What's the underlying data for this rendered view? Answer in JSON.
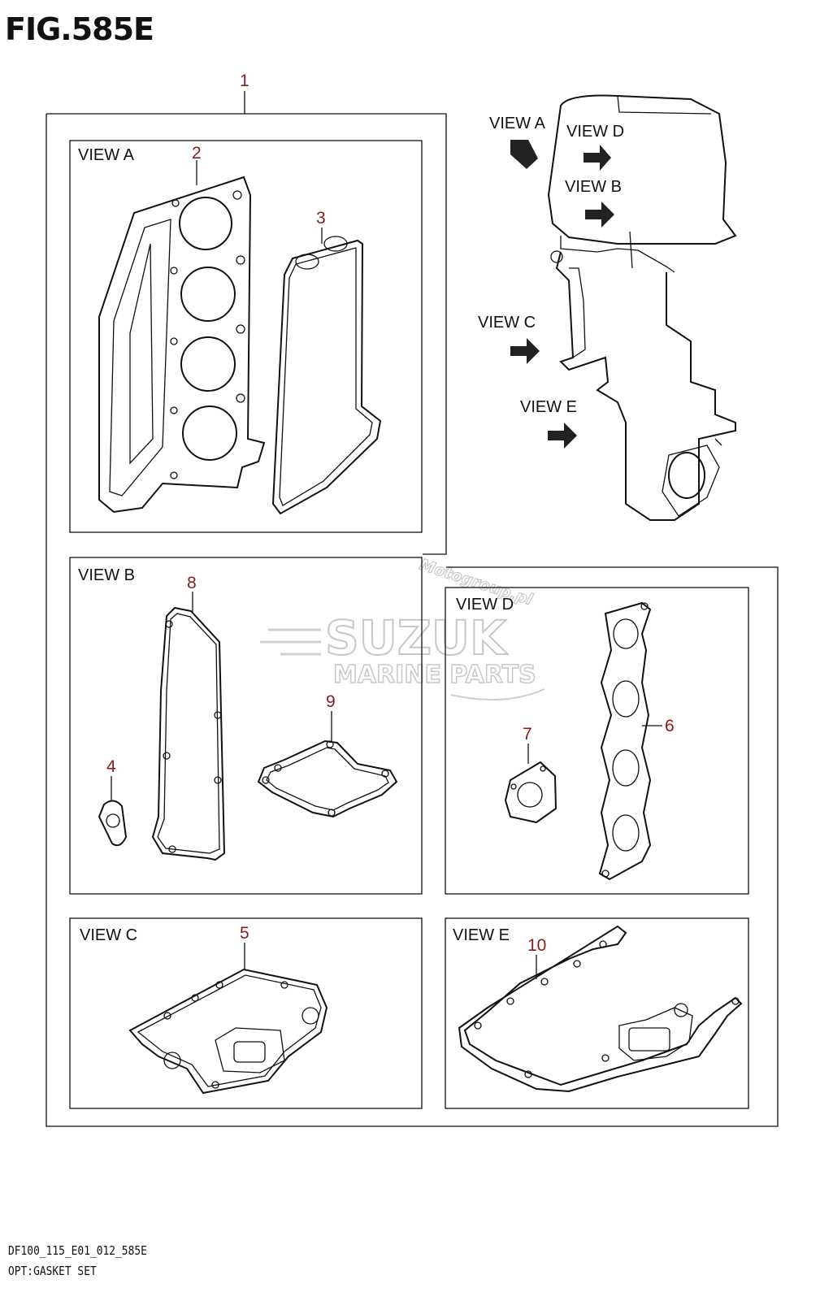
{
  "figure": {
    "title": "FIG.585E"
  },
  "views": {
    "a": "VIEW A",
    "b": "VIEW B",
    "c": "VIEW C",
    "d": "VIEW D",
    "e": "VIEW E"
  },
  "parts": [
    "1",
    "2",
    "3",
    "4",
    "5",
    "6",
    "7",
    "8",
    "9",
    "10"
  ],
  "watermark": {
    "brand": "SUZUK",
    "line2": "MARINE PARTS",
    "site": "Motogroup.pl"
  },
  "footer": {
    "code": "DF100_115_E01_012_585E",
    "caption": "OPT:GASKET SET"
  },
  "colors": {
    "part_number": "#8b1a1a",
    "line": "#111111",
    "watermark": "#c8c8c8"
  },
  "icons": [
    "view-arrow-icon",
    "outboard-motor-icon",
    "gasket-icon"
  ]
}
